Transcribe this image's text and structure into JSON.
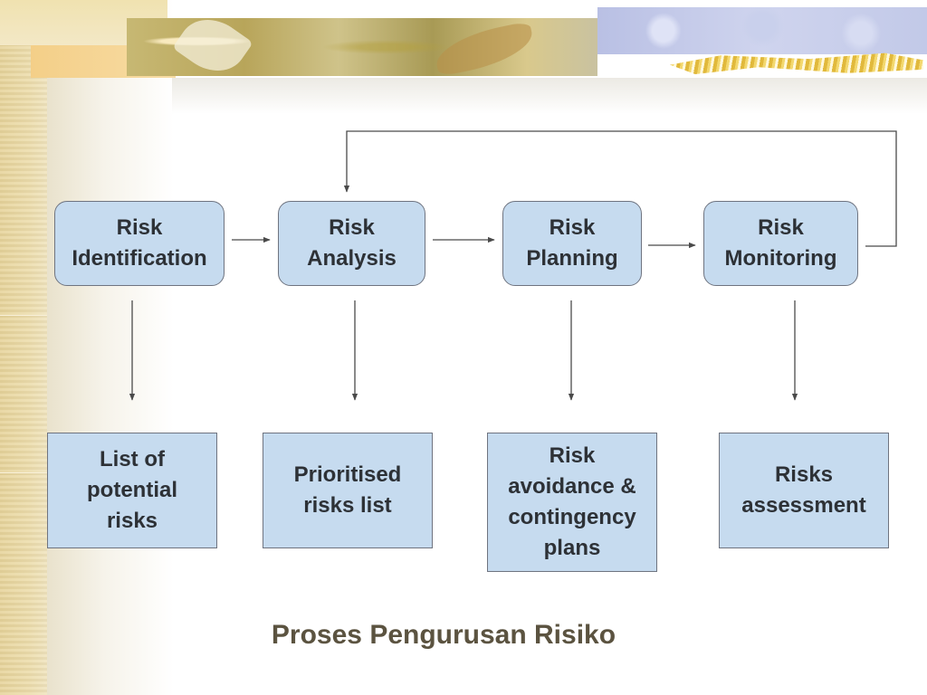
{
  "diagram": {
    "process": [
      {
        "label": "Risk\nIdentification"
      },
      {
        "label": "Risk\nAnalysis"
      },
      {
        "label": "Risk\nPlanning"
      },
      {
        "label": "Risk\nMonitoring"
      }
    ],
    "outputs": [
      {
        "label": "List of\npotential\nrisks"
      },
      {
        "label": "Prioritised\nrisks list"
      },
      {
        "label": "Risk\navoidance &\ncontingency\nplans"
      },
      {
        "label": "Risks\nassessment"
      }
    ]
  },
  "caption": "Proses Pengurusan Risiko",
  "colors": {
    "box_fill": "#c6dbef",
    "box_border": "#6f7480",
    "arrow": "#4a4a4a",
    "caption_text": "#5b5340"
  }
}
